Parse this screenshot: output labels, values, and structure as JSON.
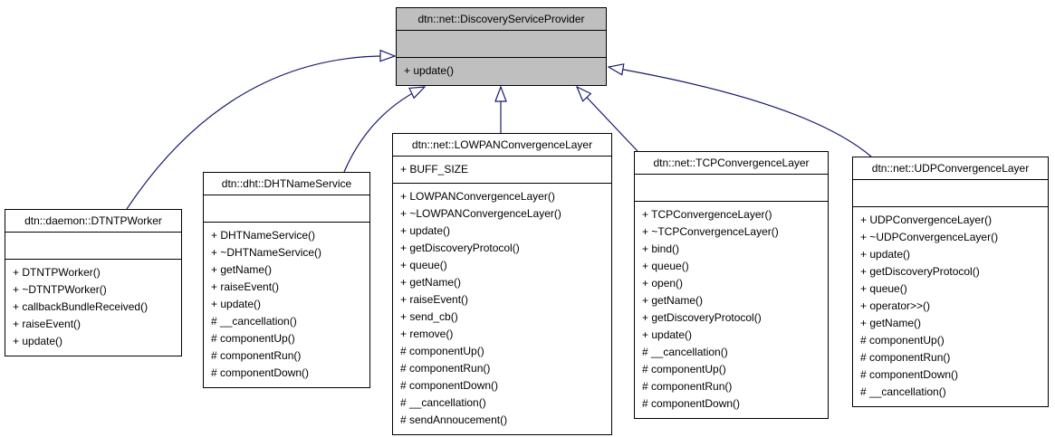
{
  "diagram": {
    "type": "uml-class-inheritance",
    "colors": {
      "parent_fill": "#bfbfbf",
      "child_fill": "#ffffff",
      "border": "#000000",
      "edge": "#191970",
      "background": "#ffffff"
    },
    "parent": {
      "title": "dtn::net::DiscoveryServiceProvider",
      "attributes": [],
      "methods": [
        "+ update()"
      ]
    },
    "children": [
      {
        "title": "dtn::daemon::DTNTPWorker",
        "attributes": [],
        "methods": [
          "+ DTNTPWorker()",
          "+ ~DTNTPWorker()",
          "+ callbackBundleReceived()",
          "+ raiseEvent()",
          "+ update()"
        ]
      },
      {
        "title": "dtn::dht::DHTNameService",
        "attributes": [],
        "methods": [
          "+ DHTNameService()",
          "+ ~DHTNameService()",
          "+ getName()",
          "+ raiseEvent()",
          "+ update()",
          "# __cancellation()",
          "# componentUp()",
          "# componentRun()",
          "# componentDown()"
        ]
      },
      {
        "title": "dtn::net::LOWPANConvergenceLayer",
        "attributes": [
          "+ BUFF_SIZE"
        ],
        "methods": [
          "+ LOWPANConvergenceLayer()",
          "+ ~LOWPANConvergenceLayer()",
          "+ update()",
          "+ getDiscoveryProtocol()",
          "+ queue()",
          "+ getName()",
          "+ raiseEvent()",
          "+ send_cb()",
          "+ remove()",
          "# componentUp()",
          "# componentRun()",
          "# componentDown()",
          "# __cancellation()",
          "# sendAnnoucement()"
        ]
      },
      {
        "title": "dtn::net::TCPConvergenceLayer",
        "attributes": [],
        "methods": [
          "+ TCPConvergenceLayer()",
          "+ ~TCPConvergenceLayer()",
          "+ bind()",
          "+ queue()",
          "+ open()",
          "+ getName()",
          "+ getDiscoveryProtocol()",
          "+ update()",
          "# __cancellation()",
          "# componentUp()",
          "# componentRun()",
          "# componentDown()"
        ]
      },
      {
        "title": "dtn::net::UDPConvergenceLayer",
        "attributes": [],
        "methods": [
          "+ UDPConvergenceLayer()",
          "+ ~UDPConvergenceLayer()",
          "+ update()",
          "+ getDiscoveryProtocol()",
          "+ queue()",
          "+ operator>>()",
          "+ getName()",
          "# componentUp()",
          "# componentRun()",
          "# componentDown()",
          "# __cancellation()"
        ]
      }
    ]
  }
}
